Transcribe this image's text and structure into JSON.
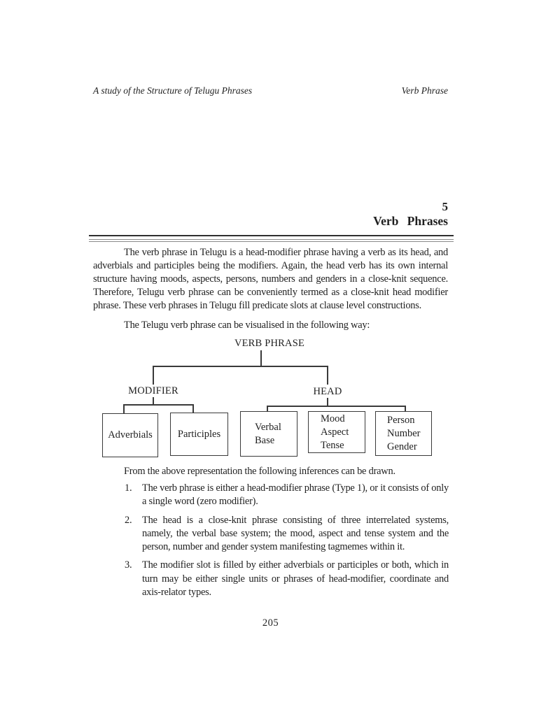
{
  "header": {
    "left": "A study of the Structure of Telugu Phrases",
    "right": "Verb Phrase"
  },
  "chapter": {
    "number": "5",
    "title": "Verb Phrases"
  },
  "body": {
    "para1": "The verb phrase in Telugu is a head-modifier phrase having a verb as its head, and adverbials and participles being the modifiers.  Again, the head verb has its own internal structure having moods, aspects, persons, numbers and genders in a close-knit sequence. Therefore, Telugu verb phrase can be conveniently termed as a close-knit head modifier phrase.  These verb phrases in Telugu fill predicate slots at clause level constructions.",
    "para2": "The Telugu verb phrase can be visualised in the following way:",
    "inference_intro": "From the above representation the following  inferences can be drawn.",
    "list": [
      {
        "num": "1.",
        "text": "The verb phrase is either a head-modifier phrase (Type 1), or it consists of only a single word (zero modifier)."
      },
      {
        "num": "2.",
        "text": "The head is a close-knit phrase consisting of three interrelated systems, namely, the verbal base system; the mood, aspect and tense system and the person, number and gender system manifesting tagmemes within it."
      },
      {
        "num": "3.",
        "text": "The modifier slot is filled by either adverbials or participles or both, which in turn may be either single units or phrases of head-modifier, coordinate and axis-relator types."
      }
    ]
  },
  "diagram": {
    "root_label": "VERB PHRASE",
    "branch_left_label": "MODIFIER",
    "branch_right_label": "HEAD",
    "boxes": [
      {
        "label": "Adverbials"
      },
      {
        "label": "Participles"
      },
      {
        "label": "Verbal\nBase"
      },
      {
        "label": "Mood\nAspect\nTense"
      },
      {
        "label": "Person\nNumber\nGender"
      }
    ]
  },
  "footer": {
    "page_number": "205"
  }
}
